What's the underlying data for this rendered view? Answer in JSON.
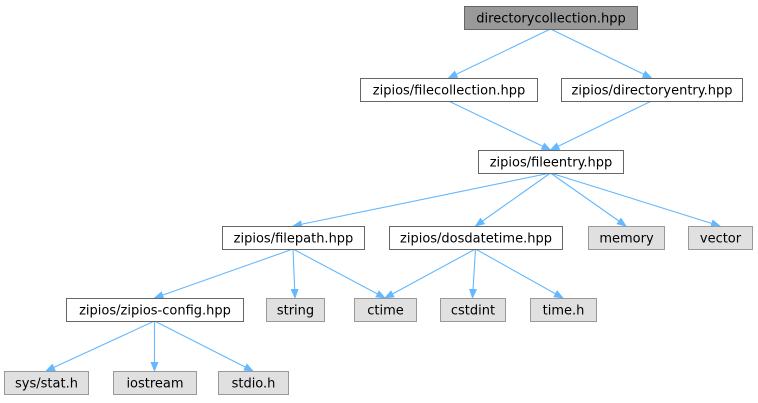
{
  "colors": {
    "root_fill": "#999999",
    "root_stroke": "#666666",
    "header_fill": "#ffffff",
    "header_stroke": "#666666",
    "system_fill": "#e0e0e0",
    "system_stroke": "#999999",
    "edge": "#63b8ff"
  },
  "nodes": [
    {
      "id": "directorycollection",
      "label": "directorycollection.hpp",
      "kind": "root"
    },
    {
      "id": "filecollection",
      "label": "zipios/filecollection.hpp",
      "kind": "header"
    },
    {
      "id": "directoryentry",
      "label": "zipios/directoryentry.hpp",
      "kind": "header"
    },
    {
      "id": "fileentry",
      "label": "zipios/fileentry.hpp",
      "kind": "header"
    },
    {
      "id": "filepath",
      "label": "zipios/filepath.hpp",
      "kind": "header"
    },
    {
      "id": "dosdatetime",
      "label": "zipios/dosdatetime.hpp",
      "kind": "header"
    },
    {
      "id": "memory",
      "label": "memory",
      "kind": "system"
    },
    {
      "id": "vector",
      "label": "vector",
      "kind": "system"
    },
    {
      "id": "zipiosconfig",
      "label": "zipios/zipios-config.hpp",
      "kind": "header"
    },
    {
      "id": "string",
      "label": "string",
      "kind": "system"
    },
    {
      "id": "ctime",
      "label": "ctime",
      "kind": "system"
    },
    {
      "id": "cstdint",
      "label": "cstdint",
      "kind": "system"
    },
    {
      "id": "timeh",
      "label": "time.h",
      "kind": "system"
    },
    {
      "id": "sysstat",
      "label": "sys/stat.h",
      "kind": "system"
    },
    {
      "id": "iostream",
      "label": "iostream",
      "kind": "system"
    },
    {
      "id": "stdio",
      "label": "stdio.h",
      "kind": "system"
    }
  ],
  "edges": [
    {
      "from": "directorycollection",
      "to": "filecollection"
    },
    {
      "from": "directorycollection",
      "to": "directoryentry"
    },
    {
      "from": "filecollection",
      "to": "fileentry"
    },
    {
      "from": "directoryentry",
      "to": "fileentry"
    },
    {
      "from": "fileentry",
      "to": "filepath"
    },
    {
      "from": "fileentry",
      "to": "dosdatetime"
    },
    {
      "from": "fileentry",
      "to": "memory"
    },
    {
      "from": "fileentry",
      "to": "vector"
    },
    {
      "from": "filepath",
      "to": "zipiosconfig"
    },
    {
      "from": "filepath",
      "to": "string"
    },
    {
      "from": "filepath",
      "to": "ctime"
    },
    {
      "from": "dosdatetime",
      "to": "ctime"
    },
    {
      "from": "dosdatetime",
      "to": "cstdint"
    },
    {
      "from": "dosdatetime",
      "to": "timeh"
    },
    {
      "from": "zipiosconfig",
      "to": "sysstat"
    },
    {
      "from": "zipiosconfig",
      "to": "iostream"
    },
    {
      "from": "zipiosconfig",
      "to": "stdio"
    }
  ]
}
